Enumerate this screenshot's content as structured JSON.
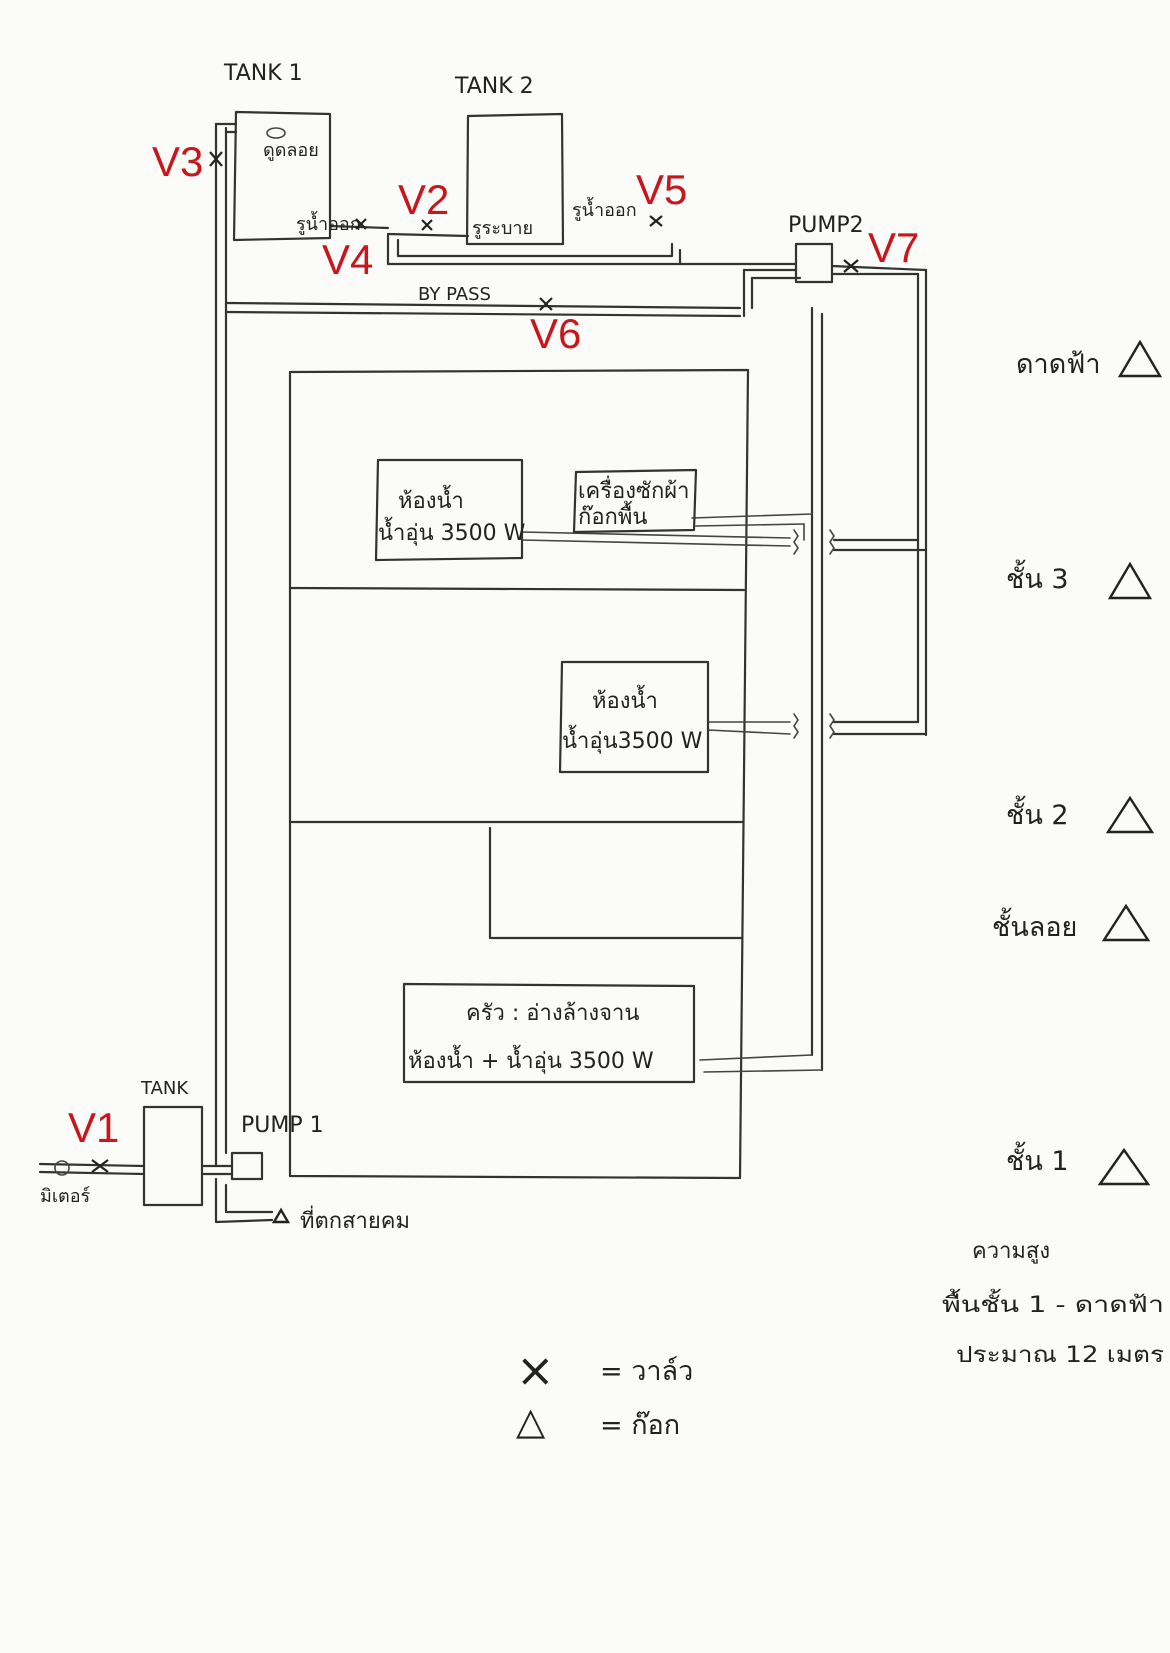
{
  "diagram": {
    "tanks": {
      "tank1": "TANK 1",
      "tank2": "TANK 2",
      "tank_ground": "TANK",
      "tank1_vent": "ดูดลอย"
    },
    "pumps": {
      "pump1": "PUMP 1",
      "pump2": "PUMP2"
    },
    "pipe_labels": {
      "tank1_outlet": "รูน้ำออก",
      "tank2_outlet": "รูน้ำออก",
      "bypass_filter": "รูระบาย",
      "bypass": "BY PASS",
      "meter": "มิเตอร์",
      "garden_tap": "ที่ตกสายคม"
    },
    "valves": [
      "V1",
      "V2",
      "V3",
      "V4",
      "V5",
      "V6",
      "V7"
    ],
    "rooms": {
      "bath3_line1": "ห้องน้ำ",
      "bath3_line2": "น้ำอุ่น 3500 W",
      "washer_line1": "เครื่องซักผ้า",
      "washer_line2": "ก๊อกพื้น",
      "bath2_line1": "ห้องน้ำ",
      "bath2_line2": "น้ำอุ่น3500 W",
      "kitchen_line1": "ครัว : อ่างล้างจาน",
      "kitchen_line2": "ห้องน้ำ + น้ำอุ่น 3500 W"
    },
    "floors": {
      "roof": "ดาดฟ้า",
      "floor3": "ชั้น 3",
      "floor2": "ชั้น 2",
      "mezzanine": "ชั้นลอย",
      "floor1": "ชั้น 1"
    },
    "height_note": {
      "line1": "ความสูง",
      "line2": "พื้นชั้น 1 - ดาดฟ้า",
      "line3": "ประมาณ 12 เมตร"
    },
    "legend": {
      "valve_symbol": "×",
      "valve_text": "= วาล์ว",
      "tap_symbol": "△",
      "tap_text": "= ก๊อก"
    }
  }
}
